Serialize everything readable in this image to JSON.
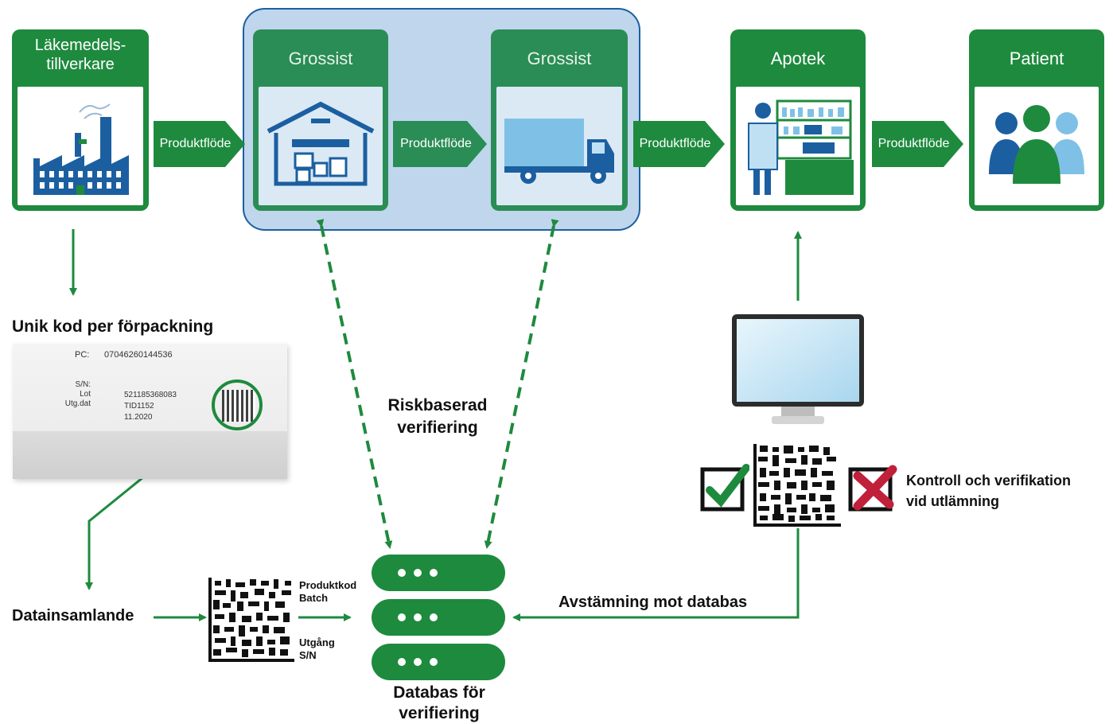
{
  "stages": [
    {
      "title_line1": "Läkemedels-",
      "title_line2": "tillverkare"
    },
    {
      "title": "Grossist"
    },
    {
      "title": "Grossist"
    },
    {
      "title": "Apotek"
    },
    {
      "title": "Patient"
    }
  ],
  "flow_label": "Produktflöde",
  "labels": {
    "unique_code": "Unik kod per förpackning",
    "risk_line1": "Riskbaserad",
    "risk_line2": "verifiering",
    "data_collection": "Datainsamlande",
    "reconcile": "Avstämning mot databas",
    "db_line1": "Databas för",
    "db_line2": "verifiering",
    "control_line1": "Kontroll och verifikation",
    "control_line2": "vid utlämning"
  },
  "datamatrix_fields": [
    "Produktkod",
    "Batch",
    "Utgång",
    "S/N"
  ],
  "package": {
    "pc_label": "PC:",
    "pc_value": "07046260144536",
    "sn_label": "S/N:",
    "lot_label": "Lot",
    "exp_label": "Utg.dat",
    "sn_value": "521185368083",
    "lot_value": "TID1152",
    "exp_value": "11.2020"
  },
  "colors": {
    "green": "#1e8a3e",
    "blue_panel": "#bfd6ec",
    "navy": "#1b5fa0",
    "red": "#c0203a"
  }
}
